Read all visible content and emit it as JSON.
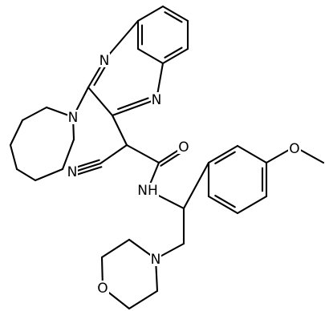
{
  "molecule": {
    "atoms": [
      {
        "id": "n_q1",
        "symbol": "N"
      },
      {
        "id": "n_q2",
        "symbol": "N"
      },
      {
        "id": "n_azepane",
        "symbol": "N"
      },
      {
        "id": "n_nitrile",
        "symbol": "N"
      },
      {
        "id": "o_carbonyl",
        "symbol": "O"
      },
      {
        "id": "nh_amide",
        "symbol": "NH"
      },
      {
        "id": "o_methoxy",
        "symbol": "O"
      },
      {
        "id": "n_morpholine",
        "symbol": "N"
      },
      {
        "id": "o_morpholine",
        "symbol": "O"
      }
    ]
  }
}
